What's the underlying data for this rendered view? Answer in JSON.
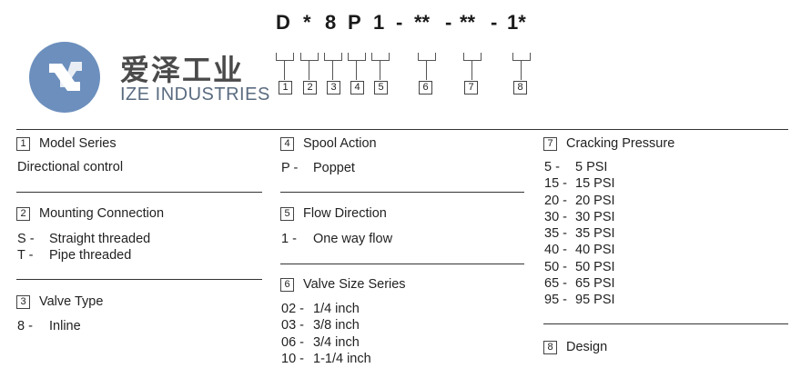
{
  "logo": {
    "chinese_name": "爱泽工业",
    "english_name": "IZE INDUSTRIES"
  },
  "code": {
    "segments": [
      "D",
      "*",
      "8",
      "P",
      "1",
      "-",
      "**",
      "-",
      "**",
      "-",
      "1*"
    ],
    "position_numbers": [
      "1",
      "2",
      "3",
      "4",
      "5",
      "6",
      "7",
      "8"
    ]
  },
  "sections": {
    "model_series": {
      "number": "1",
      "title": "Model Series",
      "text": "Directional control"
    },
    "mounting_connection": {
      "number": "2",
      "title": "Mounting Connection",
      "options": [
        {
          "code": "S -",
          "label": "Straight threaded"
        },
        {
          "code": "T -",
          "label": "Pipe threaded"
        }
      ]
    },
    "valve_type": {
      "number": "3",
      "title": "Valve Type",
      "options": [
        {
          "code": "8 -",
          "label": "Inline"
        }
      ]
    },
    "spool_action": {
      "number": "4",
      "title": "Spool Action",
      "options": [
        {
          "code": "P -",
          "label": "Poppet"
        }
      ]
    },
    "flow_direction": {
      "number": "5",
      "title": "Flow Direction",
      "options": [
        {
          "code": "1 -",
          "label": "One way flow"
        }
      ]
    },
    "valve_size_series": {
      "number": "6",
      "title": "Valve Size Series",
      "options": [
        {
          "code": "02 -",
          "label": "1/4 inch"
        },
        {
          "code": "03 -",
          "label": "3/8 inch"
        },
        {
          "code": "06 -",
          "label": "3/4 inch"
        },
        {
          "code": "10 -",
          "label": "1-1/4 inch"
        }
      ]
    },
    "cracking_pressure": {
      "number": "7",
      "title": "Cracking Pressure",
      "options": [
        {
          "code": "5 -",
          "label": "5 PSI"
        },
        {
          "code": "15 -",
          "label": "15 PSI"
        },
        {
          "code": "20 -",
          "label": "20 PSI"
        },
        {
          "code": "30 -",
          "label": "30 PSI"
        },
        {
          "code": "35 -",
          "label": "35 PSI"
        },
        {
          "code": "40 -",
          "label": "40 PSI"
        },
        {
          "code": "50 -",
          "label": "50 PSI"
        },
        {
          "code": "65 -",
          "label": "65 PSI"
        },
        {
          "code": "95 -",
          "label": "95 PSI"
        }
      ]
    },
    "design": {
      "number": "8",
      "title": "Design"
    }
  },
  "colors": {
    "logo_circle": "#6c8fbd",
    "text": "#222222",
    "rule": "#333333"
  }
}
